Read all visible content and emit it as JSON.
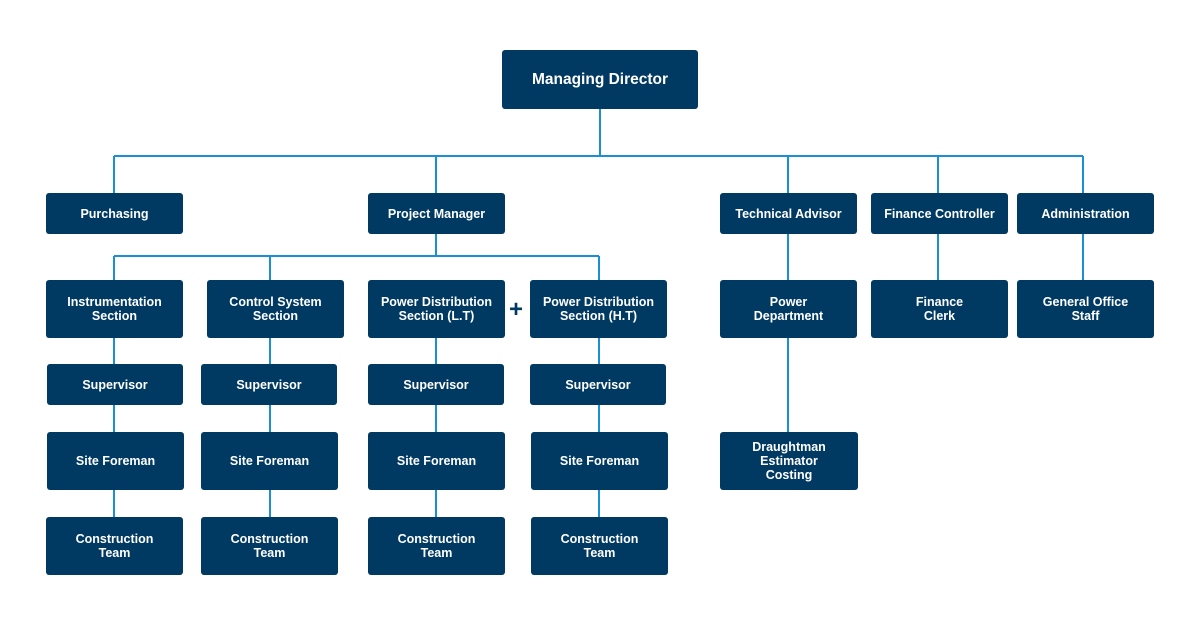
{
  "diagram": {
    "connector_color": "#1a8fd6",
    "box_color": "#003a63",
    "nodes": {
      "managing_director": "Managing Director",
      "purchasing": "Purchasing",
      "project_manager": "Project Manager",
      "technical_advisor": "Technical Advisor",
      "finance_controller": "Finance Controller",
      "administration": "Administration",
      "instrumentation_section": "Instrumentation\nSection",
      "control_system_section": "Control System\nSection",
      "power_distribution_lt": "Power Distribution\nSection (L.T)",
      "power_distribution_ht": "Power Distribution\nSection (H.T)",
      "power_department": "Power\nDepartment",
      "finance_clerk": "Finance\nClerk",
      "general_office_staff": "General Office\nStaff",
      "draughtman_estimator_costing": "Draughtman Estimator\nCosting",
      "supervisor": "Supervisor",
      "site_foreman": "Site Foreman",
      "construction_team": "Construction\nTeam"
    },
    "plus_symbol": "+"
  }
}
